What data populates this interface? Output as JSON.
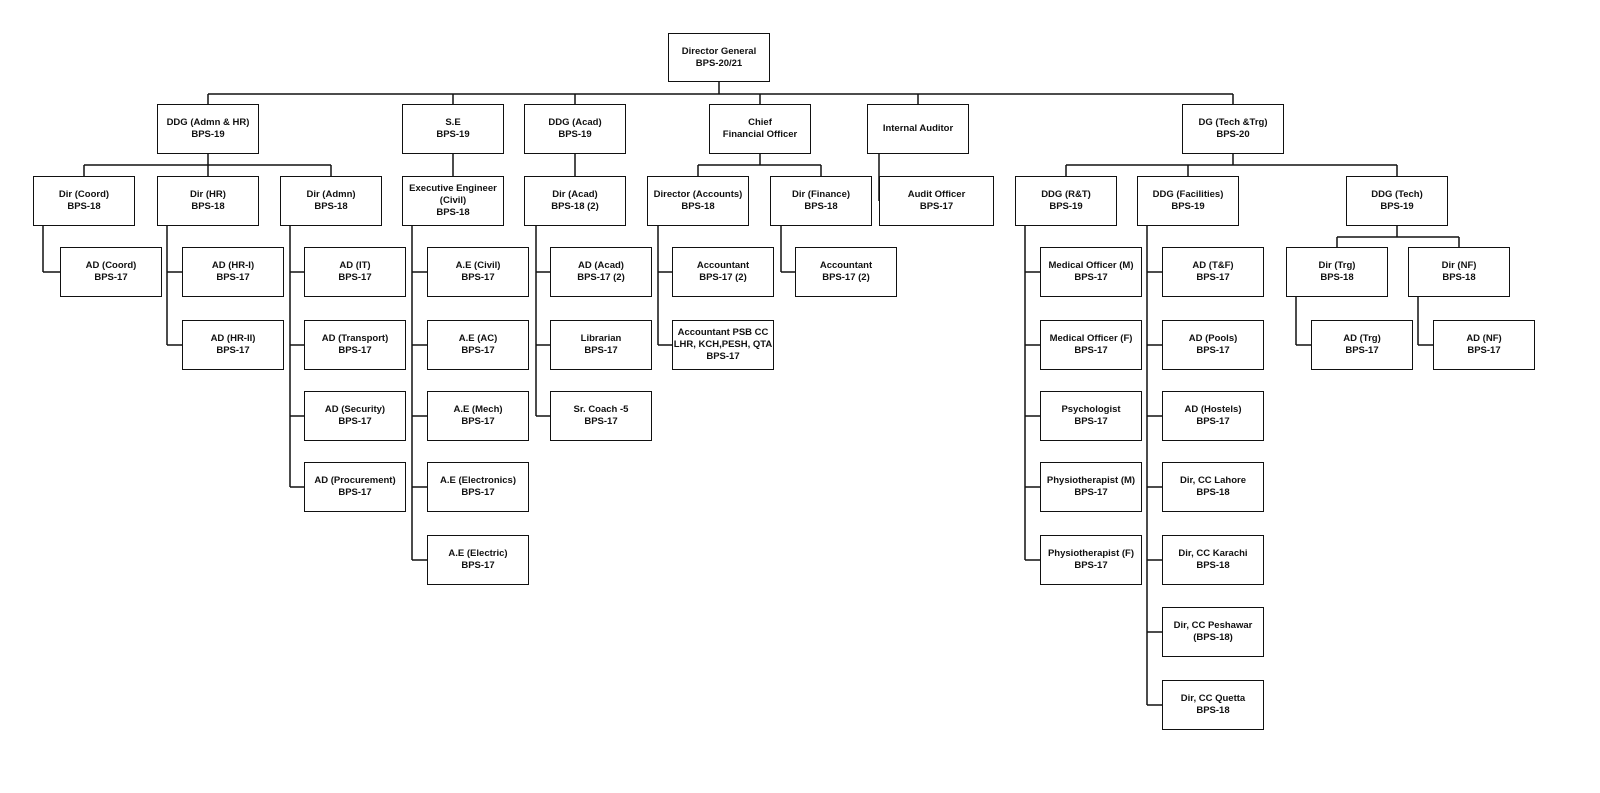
{
  "title": "Organization Chart",
  "colors": {
    "line": "#111111",
    "box_border": "#111111",
    "text": "#111111",
    "background": "#ffffff"
  },
  "nodes": [
    {
      "id": "dg",
      "lines": [
        "Director General",
        "BPS-20/21"
      ]
    },
    {
      "id": "ddg_admn_hr",
      "lines": [
        "DDG (Admn & HR)",
        "BPS-19"
      ]
    },
    {
      "id": "se",
      "lines": [
        "S.E",
        "BPS-19"
      ]
    },
    {
      "id": "ddg_acad",
      "lines": [
        "DDG (Acad)",
        "BPS-19"
      ]
    },
    {
      "id": "cfo",
      "lines": [
        "Chief",
        "Financial Officer"
      ]
    },
    {
      "id": "internal_auditor",
      "lines": [
        "Internal Auditor"
      ]
    },
    {
      "id": "dg_tech_trg",
      "lines": [
        "DG (Tech &Trg)",
        "BPS-20"
      ]
    },
    {
      "id": "dir_coord",
      "lines": [
        "Dir (Coord)",
        "BPS-18"
      ]
    },
    {
      "id": "dir_hr",
      "lines": [
        "Dir (HR)",
        "BPS-18"
      ]
    },
    {
      "id": "dir_admn",
      "lines": [
        "Dir (Admn)",
        "BPS-18"
      ]
    },
    {
      "id": "exec_engineer",
      "lines": [
        "Executive Engineer",
        "(Civil)",
        "BPS-18"
      ]
    },
    {
      "id": "dir_acad",
      "lines": [
        "Dir (Acad)",
        "BPS-18 (2)"
      ]
    },
    {
      "id": "director_accounts",
      "lines": [
        "Director (Accounts)",
        "BPS-18"
      ]
    },
    {
      "id": "dir_finance",
      "lines": [
        "Dir (Finance)",
        "BPS-18"
      ]
    },
    {
      "id": "audit_officer",
      "lines": [
        "Audit Officer",
        "BPS-17"
      ]
    },
    {
      "id": "ddg_rt",
      "lines": [
        "DDG (R&T)",
        "BPS-19"
      ]
    },
    {
      "id": "ddg_facilities",
      "lines": [
        "DDG (Facilities)",
        "BPS-19"
      ]
    },
    {
      "id": "ddg_tech",
      "lines": [
        "DDG (Tech)",
        "BPS-19"
      ]
    },
    {
      "id": "ad_coord",
      "lines": [
        "AD (Coord)",
        "BPS-17"
      ]
    },
    {
      "id": "ad_hr1",
      "lines": [
        "AD (HR-I)",
        "BPS-17"
      ]
    },
    {
      "id": "ad_hr2",
      "lines": [
        "AD (HR-II)",
        "BPS-17"
      ]
    },
    {
      "id": "ad_it",
      "lines": [
        "AD (IT)",
        "BPS-17"
      ]
    },
    {
      "id": "ad_transport",
      "lines": [
        "AD (Transport)",
        "BPS-17"
      ]
    },
    {
      "id": "ad_security",
      "lines": [
        "AD (Security)",
        "BPS-17"
      ]
    },
    {
      "id": "ad_procurement",
      "lines": [
        "AD (Procurement)",
        "BPS-17"
      ]
    },
    {
      "id": "ae_civil",
      "lines": [
        "A.E (Civil)",
        "BPS-17"
      ]
    },
    {
      "id": "ae_ac",
      "lines": [
        "A.E (AC)",
        "BPS-17"
      ]
    },
    {
      "id": "ae_mech",
      "lines": [
        "A.E (Mech)",
        "BPS-17"
      ]
    },
    {
      "id": "ae_electronics",
      "lines": [
        "A.E (Electronics)",
        "BPS-17"
      ]
    },
    {
      "id": "ae_electric",
      "lines": [
        "A.E (Electric)",
        "BPS-17"
      ]
    },
    {
      "id": "ad_acad",
      "lines": [
        "AD (Acad)",
        "BPS-17 (2)"
      ]
    },
    {
      "id": "librarian",
      "lines": [
        "Librarian",
        "BPS-17"
      ]
    },
    {
      "id": "sr_coach",
      "lines": [
        "Sr. Coach -5",
        "BPS-17"
      ]
    },
    {
      "id": "accountant_1",
      "lines": [
        "Accountant",
        "BPS-17 (2)"
      ]
    },
    {
      "id": "accountant_psb",
      "lines": [
        "Accountant PSB CC",
        "LHR, KCH,PESH, QTA",
        "BPS-17"
      ]
    },
    {
      "id": "accountant_2",
      "lines": [
        "Accountant",
        "BPS-17 (2)"
      ]
    },
    {
      "id": "medical_officer_m",
      "lines": [
        "Medical Officer (M)",
        "BPS-17"
      ]
    },
    {
      "id": "medical_officer_f",
      "lines": [
        "Medical Officer (F)",
        "BPS-17"
      ]
    },
    {
      "id": "psychologist",
      "lines": [
        "Psychologist",
        "BPS-17"
      ]
    },
    {
      "id": "physiotherapist_m",
      "lines": [
        "Physiotherapist (M)",
        "BPS-17"
      ]
    },
    {
      "id": "physiotherapist_f",
      "lines": [
        "Physiotherapist (F)",
        "BPS-17"
      ]
    },
    {
      "id": "ad_tf",
      "lines": [
        "AD (T&F)",
        "BPS-17"
      ]
    },
    {
      "id": "ad_pools",
      "lines": [
        "AD (Pools)",
        "BPS-17"
      ]
    },
    {
      "id": "ad_hostels",
      "lines": [
        "AD (Hostels)",
        "BPS-17"
      ]
    },
    {
      "id": "dir_cc_lahore",
      "lines": [
        "Dir, CC Lahore",
        "BPS-18"
      ]
    },
    {
      "id": "dir_cc_karachi",
      "lines": [
        "Dir, CC Karachi",
        "BPS-18"
      ]
    },
    {
      "id": "dir_cc_peshawar",
      "lines": [
        "Dir, CC Peshawar",
        "(BPS-18)"
      ]
    },
    {
      "id": "dir_cc_quetta",
      "lines": [
        "Dir, CC Quetta",
        "BPS-18"
      ]
    },
    {
      "id": "dir_trg",
      "lines": [
        "Dir (Trg)",
        "BPS-18"
      ]
    },
    {
      "id": "dir_nf",
      "lines": [
        "Dir (NF)",
        "BPS-18"
      ]
    },
    {
      "id": "ad_trg",
      "lines": [
        "AD (Trg)",
        "BPS-17"
      ]
    },
    {
      "id": "ad_nf",
      "lines": [
        "AD (NF)",
        "BPS-17"
      ]
    }
  ]
}
